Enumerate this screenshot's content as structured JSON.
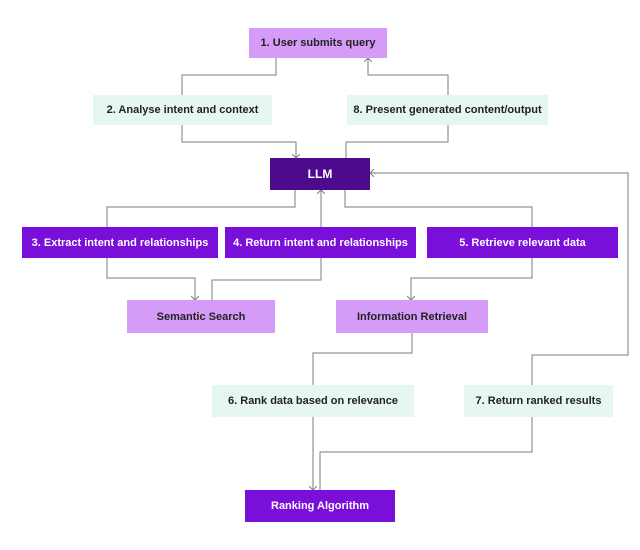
{
  "nodes": {
    "user_query": "1. User submits query",
    "analyse": "2. Analyse intent and context",
    "present": "8. Present generated content/output",
    "llm": "LLM",
    "extract": "3. Extract intent and relationships",
    "return_intent": "4. Return intent and relationships",
    "retrieve": "5. Retrieve relevant data",
    "semantic": "Semantic Search",
    "info": "Information Retrieval",
    "rank_data": "6. Rank data based on relevance",
    "return_ranked": "7. Return ranked results",
    "ranking_algo": "Ranking Algorithm"
  },
  "colors": {
    "lilac": "#d49cf6",
    "mint": "#e6f6f1",
    "purple": "#7a0fd9",
    "dark_purple": "#4e0a8c",
    "connector": "#7d7d7d"
  }
}
